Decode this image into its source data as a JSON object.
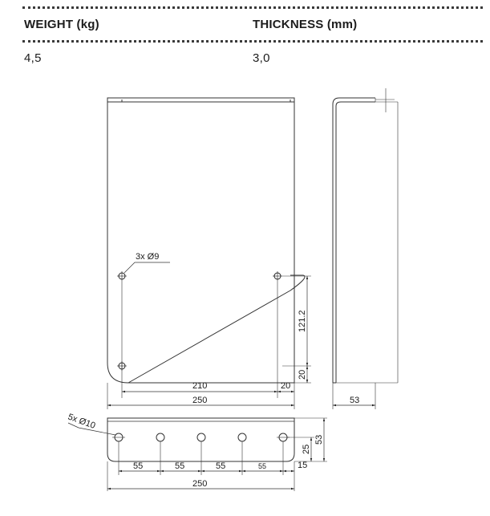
{
  "specs": {
    "weight_label": "WEIGHT (kg)",
    "weight_value": "4,5",
    "thickness_label": "THICKNESS (mm)",
    "thickness_value": "3,0"
  },
  "drawing": {
    "front_view": {
      "hole_callout": "3x Ø9",
      "dim_vertical_spacing": "121.2",
      "dim_bottom_offset": "20",
      "dim_hole_spacing": "210",
      "dim_edge_offset": "20",
      "dim_width": "250"
    },
    "side_view": {
      "dim_depth": "53"
    },
    "bottom_view": {
      "hole_callout": "5x Ø10",
      "dim_pitch_1": "55",
      "dim_pitch_2": "55",
      "dim_pitch_3": "55",
      "dim_pitch_4": "55",
      "dim_edge": "15",
      "dim_hole_height": "25",
      "dim_flange_height": "53",
      "dim_width": "250"
    }
  }
}
